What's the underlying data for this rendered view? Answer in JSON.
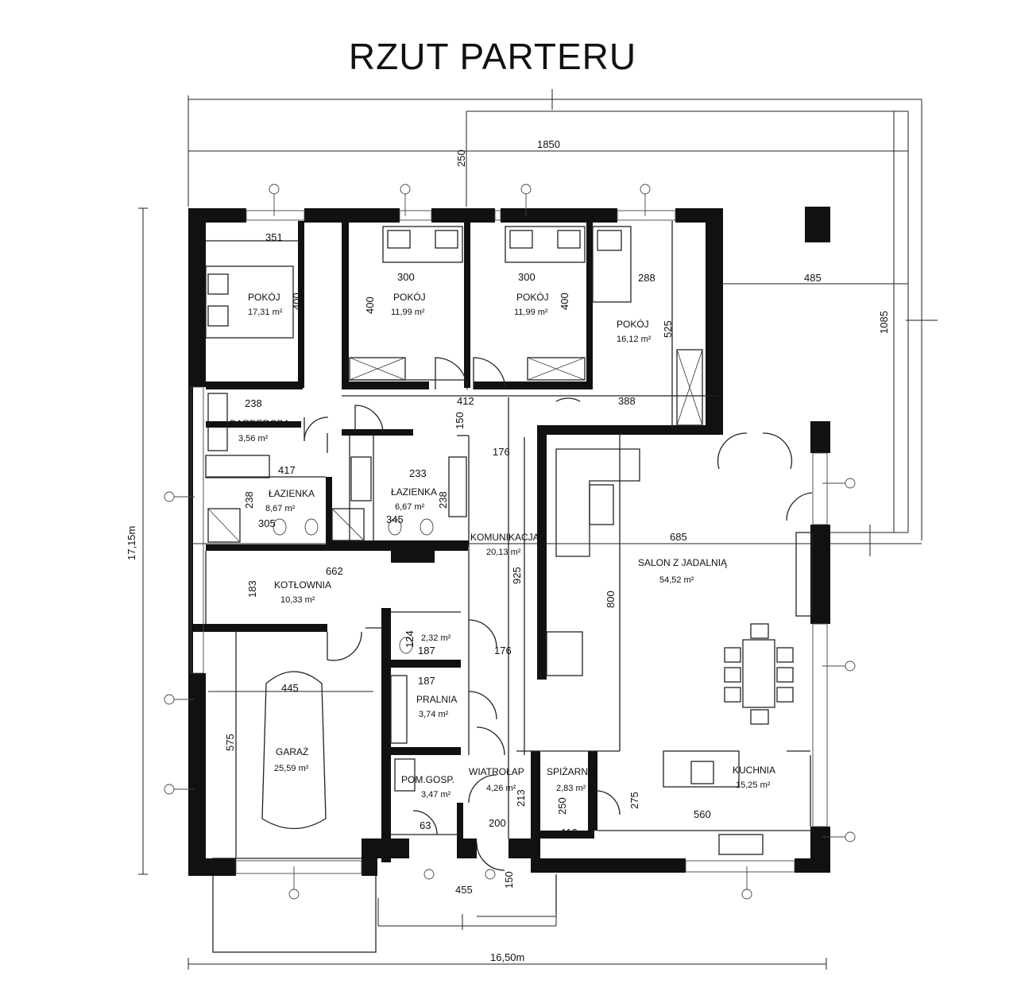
{
  "title": "RZUT PARTERU",
  "overall": {
    "width_label": "16,50m",
    "height_label": "17,15m"
  },
  "rooms": [
    {
      "id": "pokoj1",
      "name": "POKÓJ",
      "area": "17,31 m²"
    },
    {
      "id": "pokoj2",
      "name": "POKÓJ",
      "area": "11,99 m²"
    },
    {
      "id": "pokoj3",
      "name": "POKÓJ",
      "area": "11,99 m²"
    },
    {
      "id": "pokoj4",
      "name": "POKÓJ",
      "area": "16,12 m²"
    },
    {
      "id": "garderoba",
      "name": "GARDEROBA",
      "area": "3,56 m²"
    },
    {
      "id": "lazienka1",
      "name": "ŁAZIENKA",
      "area": "8,67 m²"
    },
    {
      "id": "lazienka2",
      "name": "ŁAZIENKA",
      "area": "6,67 m²"
    },
    {
      "id": "komunikacja",
      "name": "KOMUNIKACJA",
      "area": "20,13 m²"
    },
    {
      "id": "kotlownia",
      "name": "KOTŁOWNIA",
      "area": "10,33 m²"
    },
    {
      "id": "wc",
      "name": "",
      "area": "2,32 m²"
    },
    {
      "id": "pralnia",
      "name": "PRALNIA",
      "area": "3,74 m²"
    },
    {
      "id": "garaz",
      "name": "GARAŻ",
      "area": "25,59 m²"
    },
    {
      "id": "pomgosp",
      "name": "POM.GOSP.",
      "area": "3,47 m²"
    },
    {
      "id": "wiatrolap",
      "name": "WIATROŁAP",
      "area": "4,26 m²"
    },
    {
      "id": "spizarnia",
      "name": "SPIŻARNIA",
      "area": "2,83 m²"
    },
    {
      "id": "kuchnia",
      "name": "KUCHNIA",
      "area": "15,25 m²"
    },
    {
      "id": "salon",
      "name": "SALON Z JADALNIĄ",
      "area": "54,52 m²"
    }
  ],
  "dimensions": {
    "d1850": "1850",
    "d250": "250",
    "d351": "351",
    "d300a": "300",
    "d300b": "300",
    "d288": "288",
    "d485": "485",
    "d1085": "1085",
    "d400a": "400",
    "d400b": "400",
    "d400c": "400",
    "d525": "525",
    "d238a": "238",
    "d412": "412",
    "d150a": "150",
    "d388": "388",
    "d417": "417",
    "d233": "233",
    "d176a": "176",
    "d238b": "238",
    "d238c": "238",
    "d305": "305",
    "d345": "345",
    "d685": "685",
    "d662": "662",
    "d183": "183",
    "d925": "925",
    "d800": "800",
    "d124": "124",
    "d187a": "187",
    "d176b": "176",
    "d187b": "187",
    "d445": "445",
    "d575": "575",
    "d213": "213",
    "d250b": "250",
    "d275": "275",
    "d560": "560",
    "d63": "63",
    "d200": "200",
    "d113": "113",
    "d455": "455",
    "d150b": "150"
  },
  "colors": {
    "wall": "#111111",
    "line": "#222222",
    "background": "#ffffff"
  }
}
